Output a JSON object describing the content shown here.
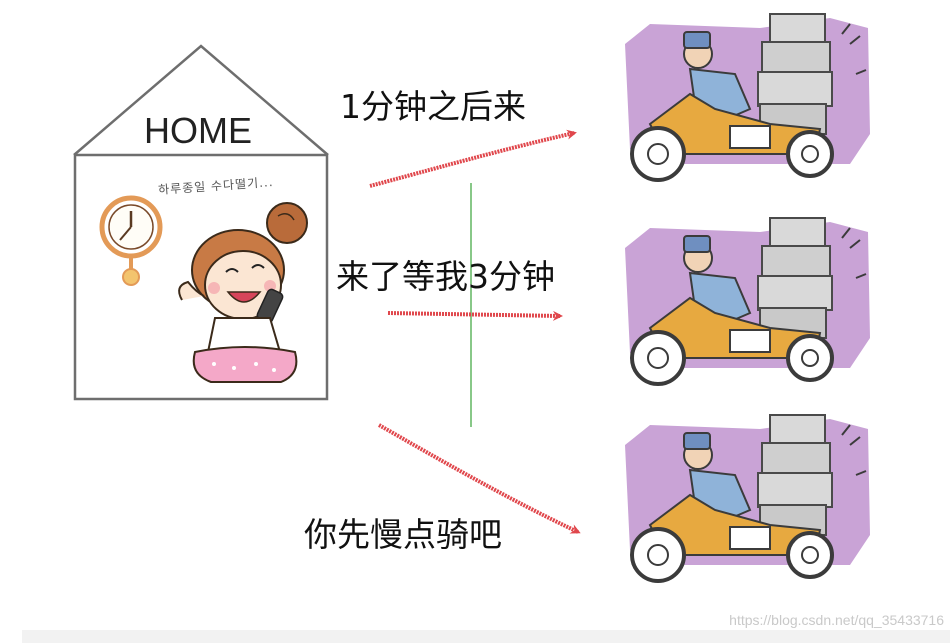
{
  "house": {
    "title": "HOME",
    "speech": "하루종일 수다떨기..."
  },
  "messages": [
    {
      "id": "msg-1",
      "text": "1分钟之后来"
    },
    {
      "id": "msg-2",
      "text": "来了等我3分钟"
    },
    {
      "id": "msg-3",
      "text": "你先慢点骑吧"
    }
  ],
  "footer": {
    "watermark": "https://blog.csdn.net/qq_35433716"
  },
  "colors": {
    "arrow": "#e0474c",
    "divider": "#3aa33a",
    "scooter_bg": "#c9a3d6",
    "house_stroke": "#6e6e6e"
  }
}
